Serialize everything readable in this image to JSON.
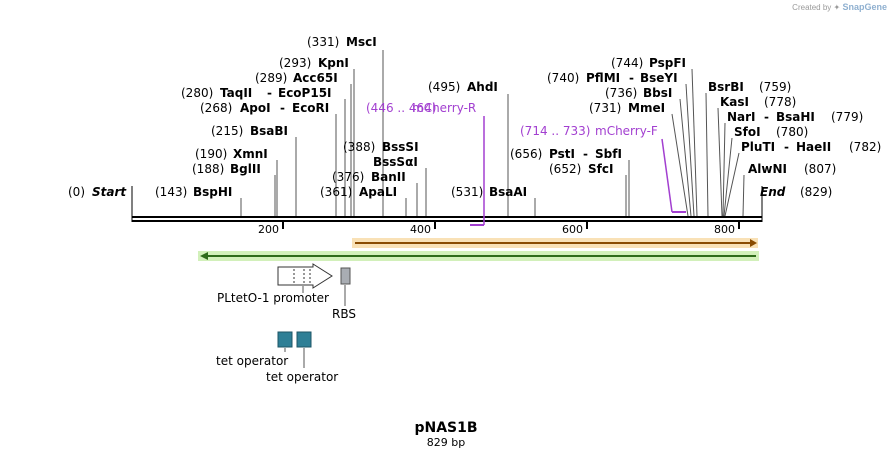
{
  "credit": {
    "prefix": "Created by",
    "brand": "SnapGene"
  },
  "map": {
    "name": "pNAS1B",
    "length": "829 bp",
    "start_label": "Start",
    "start_pos": "(0)",
    "end_label": "End",
    "end_pos": "(829)",
    "ticks": [
      "200",
      "400",
      "600",
      "800"
    ]
  },
  "sites": [
    {
      "pos": "(143)",
      "name": "BspHI"
    },
    {
      "pos": "(188)",
      "name": "BglII"
    },
    {
      "pos": "(190)",
      "name": "XmnI"
    },
    {
      "pos": "(215)",
      "name": "BsaBI"
    },
    {
      "pos": "(268)",
      "name": "ApoI",
      "name2": "EcoRI"
    },
    {
      "pos": "(280)",
      "name": "TaqII",
      "name2": "EcoP15I"
    },
    {
      "pos": "(289)",
      "name": "Acc65I"
    },
    {
      "pos": "(293)",
      "name": "KpnI"
    },
    {
      "pos": "(331)",
      "name": "MscI"
    },
    {
      "pos": "(361)",
      "name": "ApaLI"
    },
    {
      "pos": "(376)",
      "name": "BanII"
    },
    {
      "pos": "(388)",
      "name": "BssSI",
      "name2": "BssSαI"
    },
    {
      "pos": "(495)",
      "name": "AhdI"
    },
    {
      "pos": "(531)",
      "name": "BsaAI"
    },
    {
      "pos": "(652)",
      "name": "SfcI"
    },
    {
      "pos": "(656)",
      "name": "PstI",
      "name2": "SbfI"
    },
    {
      "pos": "(731)",
      "name": "MmeI"
    },
    {
      "pos": "(736)",
      "name": "BbsI"
    },
    {
      "pos": "(740)",
      "name": "PflMI",
      "name2": "BseYI"
    },
    {
      "pos": "(744)",
      "name": "PspFI"
    },
    {
      "pos": "(759)",
      "name": "BsrBI"
    },
    {
      "pos": "(778)",
      "name": "KasI"
    },
    {
      "pos": "(779)",
      "name": "NarI",
      "name2": "BsaHI"
    },
    {
      "pos": "(780)",
      "name": "SfoI"
    },
    {
      "pos": "(782)",
      "name": "PluTI",
      "name2": "HaeII"
    },
    {
      "pos": "(807)",
      "name": "AlwNI"
    }
  ],
  "primers": [
    {
      "range": "(446 .. 464)",
      "name": "mCherry-R"
    },
    {
      "range": "(714 .. 733)",
      "name": "mCherry-F"
    }
  ],
  "features": [
    {
      "name": "PLtetO-1 promoter"
    },
    {
      "name": "RBS"
    },
    {
      "name": "tet operator"
    },
    {
      "name": "tet operator"
    }
  ],
  "colors": {
    "primer": "#a23fd0",
    "orf_orange": "#f0a030",
    "orf_green": "#8fd45a",
    "operator": "#2e7f96",
    "rbs": "#a9adb3"
  }
}
